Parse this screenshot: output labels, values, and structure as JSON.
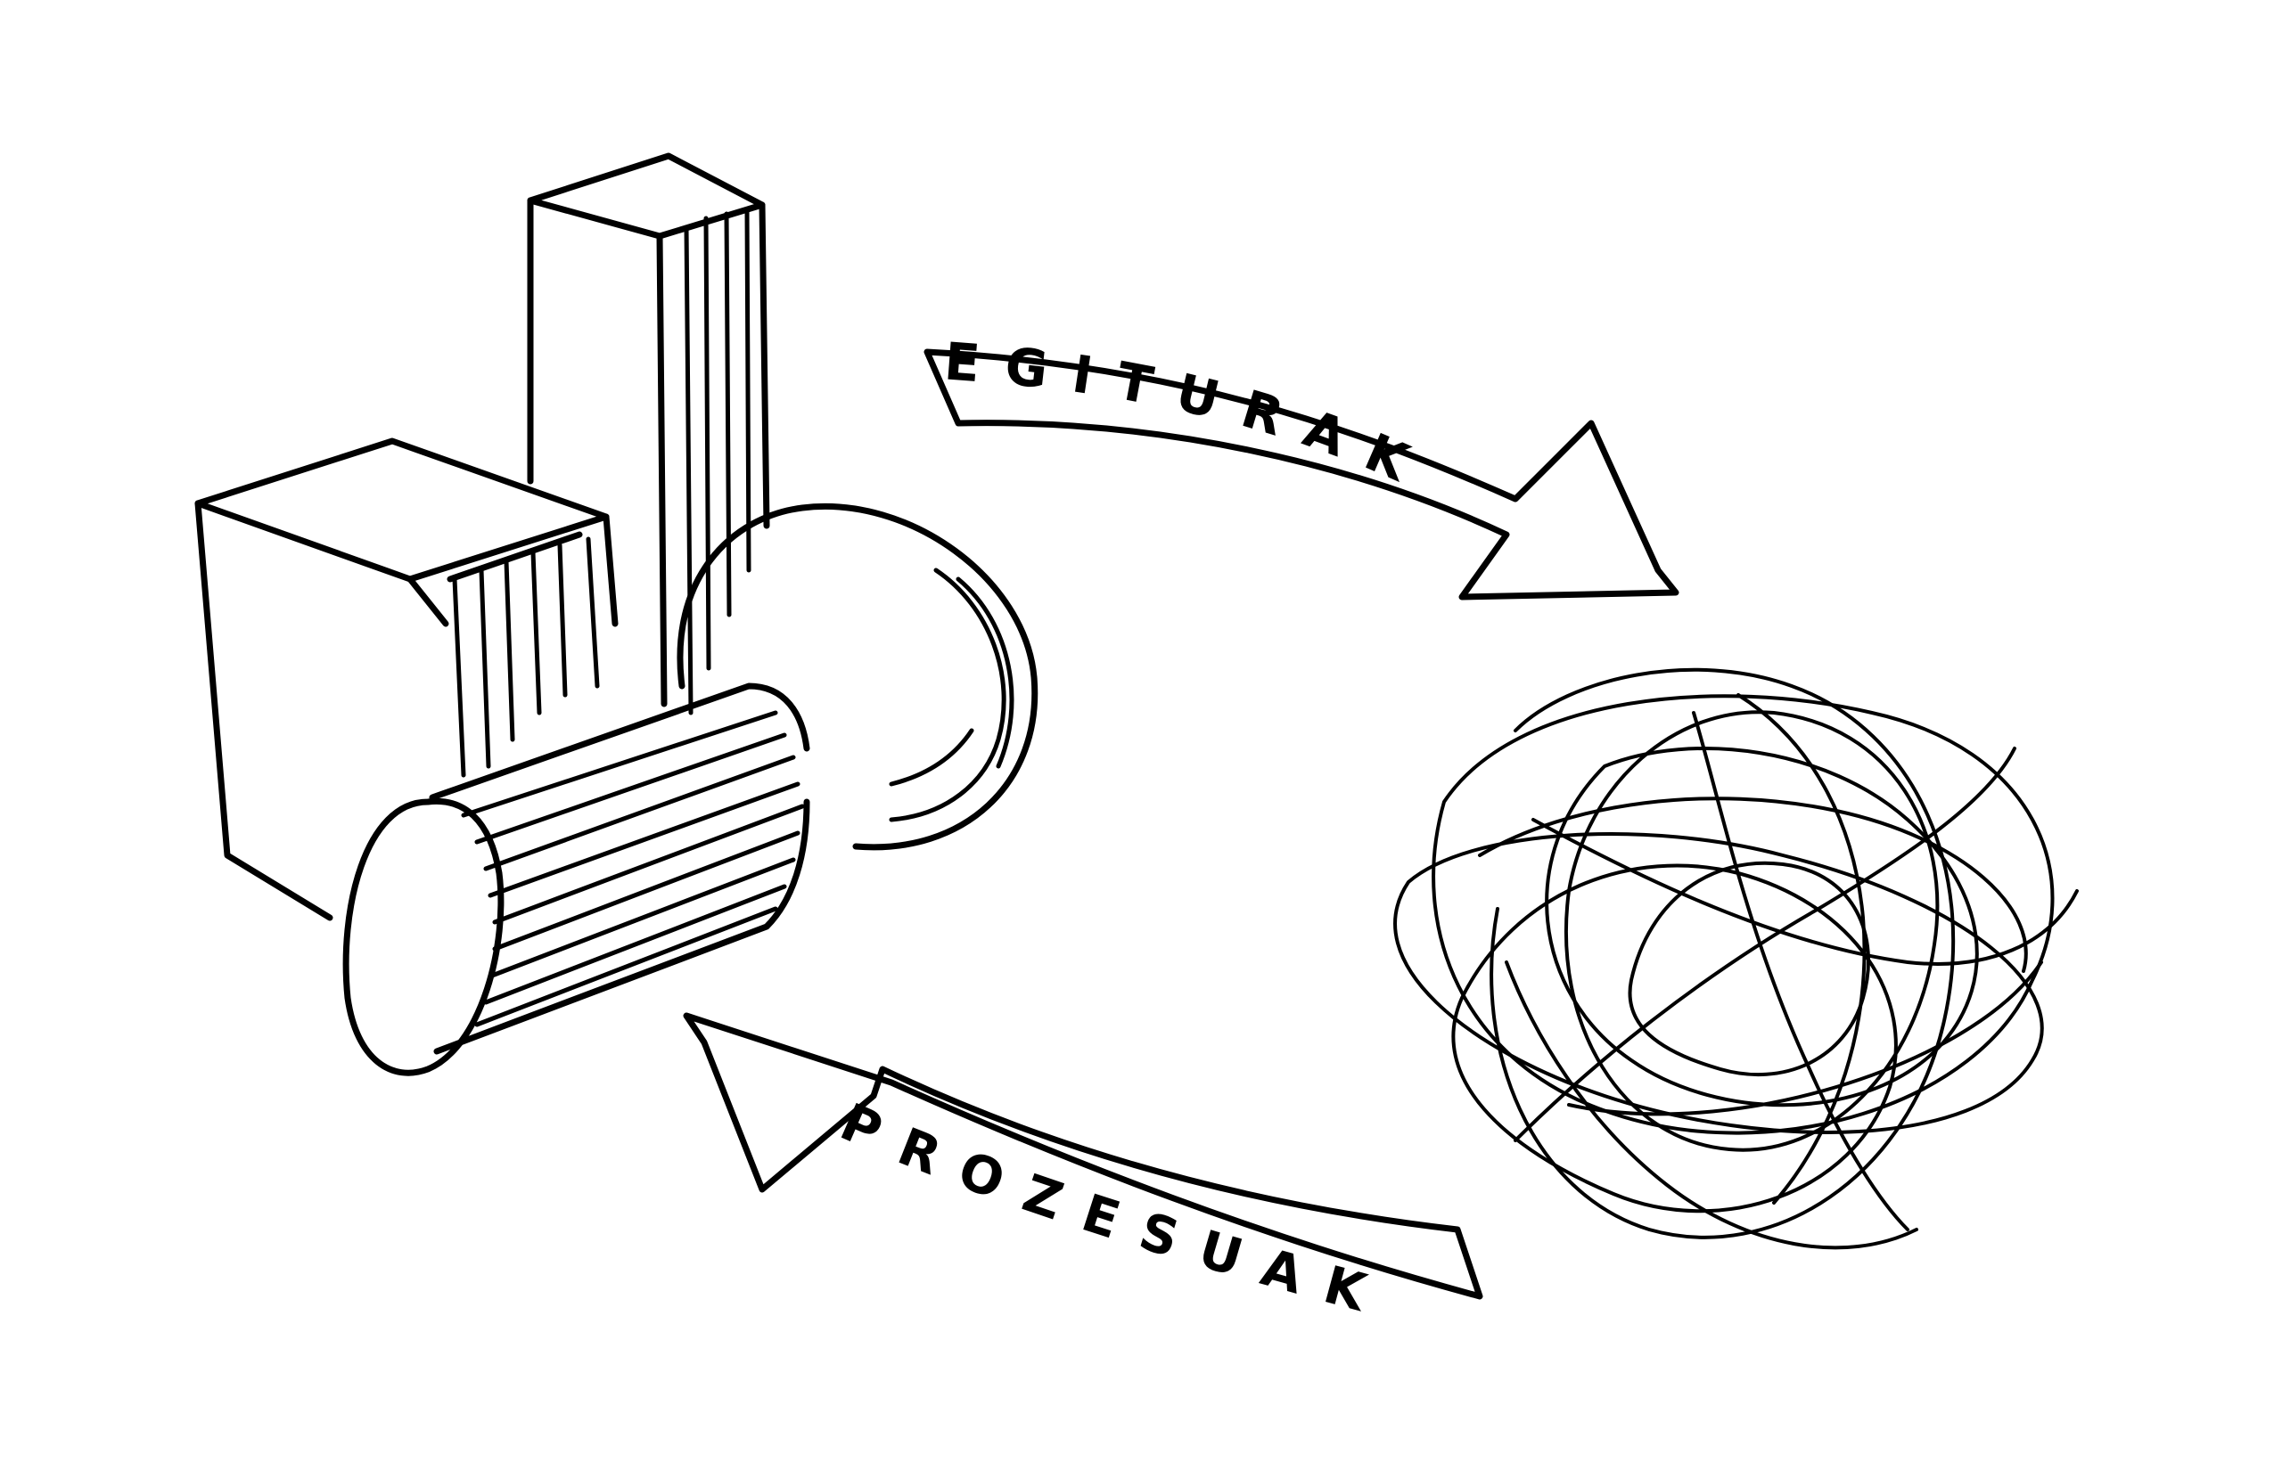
{
  "diagram": {
    "colors": {
      "ink": "#000000",
      "paper": "#ffffff"
    },
    "nodes": [
      {
        "id": "structures",
        "icon": "solid-shapes-icon"
      },
      {
        "id": "chaos",
        "icon": "tangled-scribble-icon"
      }
    ],
    "edges": [
      {
        "from": "structures",
        "to": "chaos",
        "label": "EGITURAK"
      },
      {
        "from": "chaos",
        "to": "structures",
        "label": "PROZESUAK"
      }
    ]
  }
}
